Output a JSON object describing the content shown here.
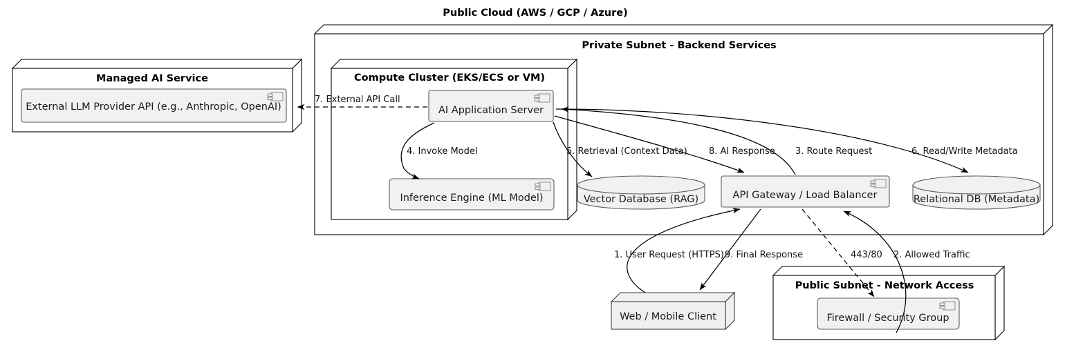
{
  "diagram": {
    "type": "uml-deployment",
    "title": "Public Cloud (AWS / GCP / Azure)"
  },
  "nodes": {
    "managed_ai_service": {
      "label": "Managed AI Service",
      "kind": "node-3d",
      "children": [
        {
          "label": "External LLM Provider API (e.g., Anthropic, OpenAI)",
          "kind": "component",
          "icon": "uml-component-icon"
        }
      ]
    },
    "private_subnet": {
      "label": "Private Subnet - Backend Services",
      "kind": "node-3d"
    },
    "compute_cluster": {
      "label": "Compute Cluster (EKS/ECS or VM)",
      "kind": "node-3d",
      "children": [
        {
          "label": "AI Application Server",
          "kind": "component",
          "icon": "uml-component-icon"
        },
        {
          "label": "Inference Engine (ML Model)",
          "kind": "component",
          "icon": "uml-component-icon"
        }
      ]
    },
    "vector_database": {
      "label": "Vector Database (RAG)",
      "kind": "database-cylinder"
    },
    "api_gateway": {
      "label": "API Gateway / Load Balancer",
      "kind": "component",
      "icon": "uml-component-icon"
    },
    "relational_db": {
      "label": "Relational DB (Metadata)",
      "kind": "database-cylinder"
    },
    "web_mobile_client": {
      "label": "Web / Mobile Client",
      "kind": "node-3d-filled"
    },
    "public_subnet": {
      "label": "Public Subnet - Network Access",
      "kind": "node-3d",
      "children": [
        {
          "label": "Firewall / Security Group",
          "kind": "component",
          "icon": "uml-component-icon"
        }
      ]
    }
  },
  "edges": [
    {
      "id": "e1",
      "label": "1. User Request (HTTPS)",
      "from": "web_mobile_client",
      "to": "api_gateway",
      "style": "solid"
    },
    {
      "id": "e2",
      "label": "2. Allowed Traffic",
      "from": "firewall",
      "to": "api_gateway",
      "style": "solid"
    },
    {
      "id": "e3",
      "label": "3. Route Request",
      "from": "api_gateway",
      "to": "ai_application_server",
      "style": "solid"
    },
    {
      "id": "e4",
      "label": "4. Invoke Model",
      "from": "ai_application_server",
      "to": "inference_engine",
      "style": "solid"
    },
    {
      "id": "e5",
      "label": "5. Retrieval (Context Data)",
      "from": "ai_application_server",
      "to": "vector_database",
      "style": "solid"
    },
    {
      "id": "e6",
      "label": "6. Read/Write Metadata",
      "from": "ai_application_server",
      "to": "relational_db",
      "style": "solid"
    },
    {
      "id": "e7",
      "label": "7. External API Call",
      "from": "ai_application_server",
      "to": "external_llm_provider_api",
      "style": "dashed"
    },
    {
      "id": "e8",
      "label": "8. AI Response",
      "from": "ai_application_server",
      "to": "api_gateway",
      "style": "solid"
    },
    {
      "id": "e9",
      "label": "9. Final Response",
      "from": "api_gateway",
      "to": "web_mobile_client",
      "style": "solid"
    },
    {
      "id": "e10",
      "label": "443/80",
      "from": "api_gateway",
      "to": "firewall",
      "style": "dashed"
    }
  ],
  "colors": {
    "background": "#ffffff",
    "node_fill": "#ffffff",
    "node_filled": "#f0f0f0",
    "component_fill": "#f1f1f1",
    "stroke": "#000000",
    "component_stroke": "#5a5a5a",
    "text": "#000000"
  }
}
